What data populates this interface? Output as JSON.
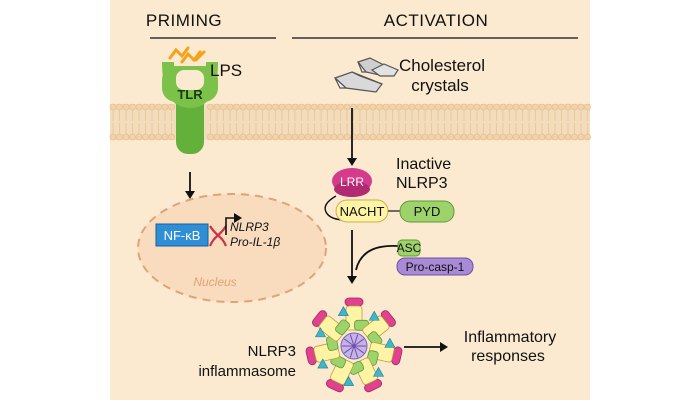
{
  "headers": {
    "priming": "PRIMING",
    "activation": "ACTIVATION"
  },
  "priming": {
    "ligand": "LPS",
    "receptor": "TLR",
    "transcription_factor": "NF-κB",
    "gene_1": "NLRP3",
    "gene_2": "Pro-IL-1β",
    "compartment": "Nucleus"
  },
  "activation": {
    "stimulus_line_1": "Cholesterol",
    "stimulus_line_2": "crystals",
    "inactive_line_1": "Inactive",
    "inactive_line_2": "NLRP3",
    "domain_lrr": "LRR",
    "domain_nacht": "NACHT",
    "domain_pyd": "PYD",
    "adaptor": "ASC",
    "procaspase": "Pro-casp-1",
    "complex_line_1": "NLRP3",
    "complex_line_2": "inflammasome",
    "outcome_line_1": "Inflammatory",
    "outcome_line_2": "responses"
  },
  "colors": {
    "panel": "#fbead0",
    "membrane": "#f0d2a8",
    "receptor": "#7cc24a",
    "ligand": "#f5a21b",
    "nfkb": "#2e8fd6",
    "dna": "#c8324a",
    "lrr": "#d63a8c",
    "nacht": "#fff3a6",
    "pyd": "#9ed36b",
    "procasp": "#a98ad6",
    "nucleus_label": "#e0a27a"
  },
  "icons": {
    "receptor": "tlr-receptor-icon",
    "crystals": "cholesterol-crystals-icon",
    "complex": "inflammasome-complex-icon"
  }
}
